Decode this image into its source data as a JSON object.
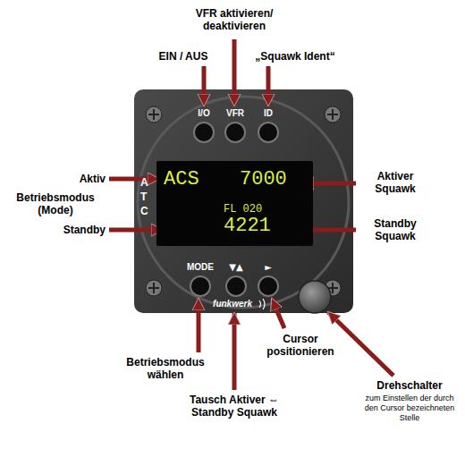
{
  "diagram": {
    "nodes": [
      {
        "text": [
          "ACS",
          "7000",
          "FL 020",
          "4221"
        ]
      }
    ],
    "labels": [
      "VFR aktivieren/ deaktivieren",
      "EIN / AUS",
      "„Squawk Ident“",
      "I/O",
      "VFR",
      "ID",
      "Aktiv",
      "Betriebsmodus (Mode)",
      "Standby",
      "Aktiver Squawk",
      "Standby Squawk",
      "ATC",
      "MODE",
      "▼▲",
      "►",
      "funkwerk",
      "Betriebsmodus wählen",
      "Cursor positionieren",
      "Tausch Aktiver ⇔ Standby Squawk",
      "Drehschalter",
      "zum Einstellen der durch den Cursor bezeichneten Stelle"
    ]
  }
}
